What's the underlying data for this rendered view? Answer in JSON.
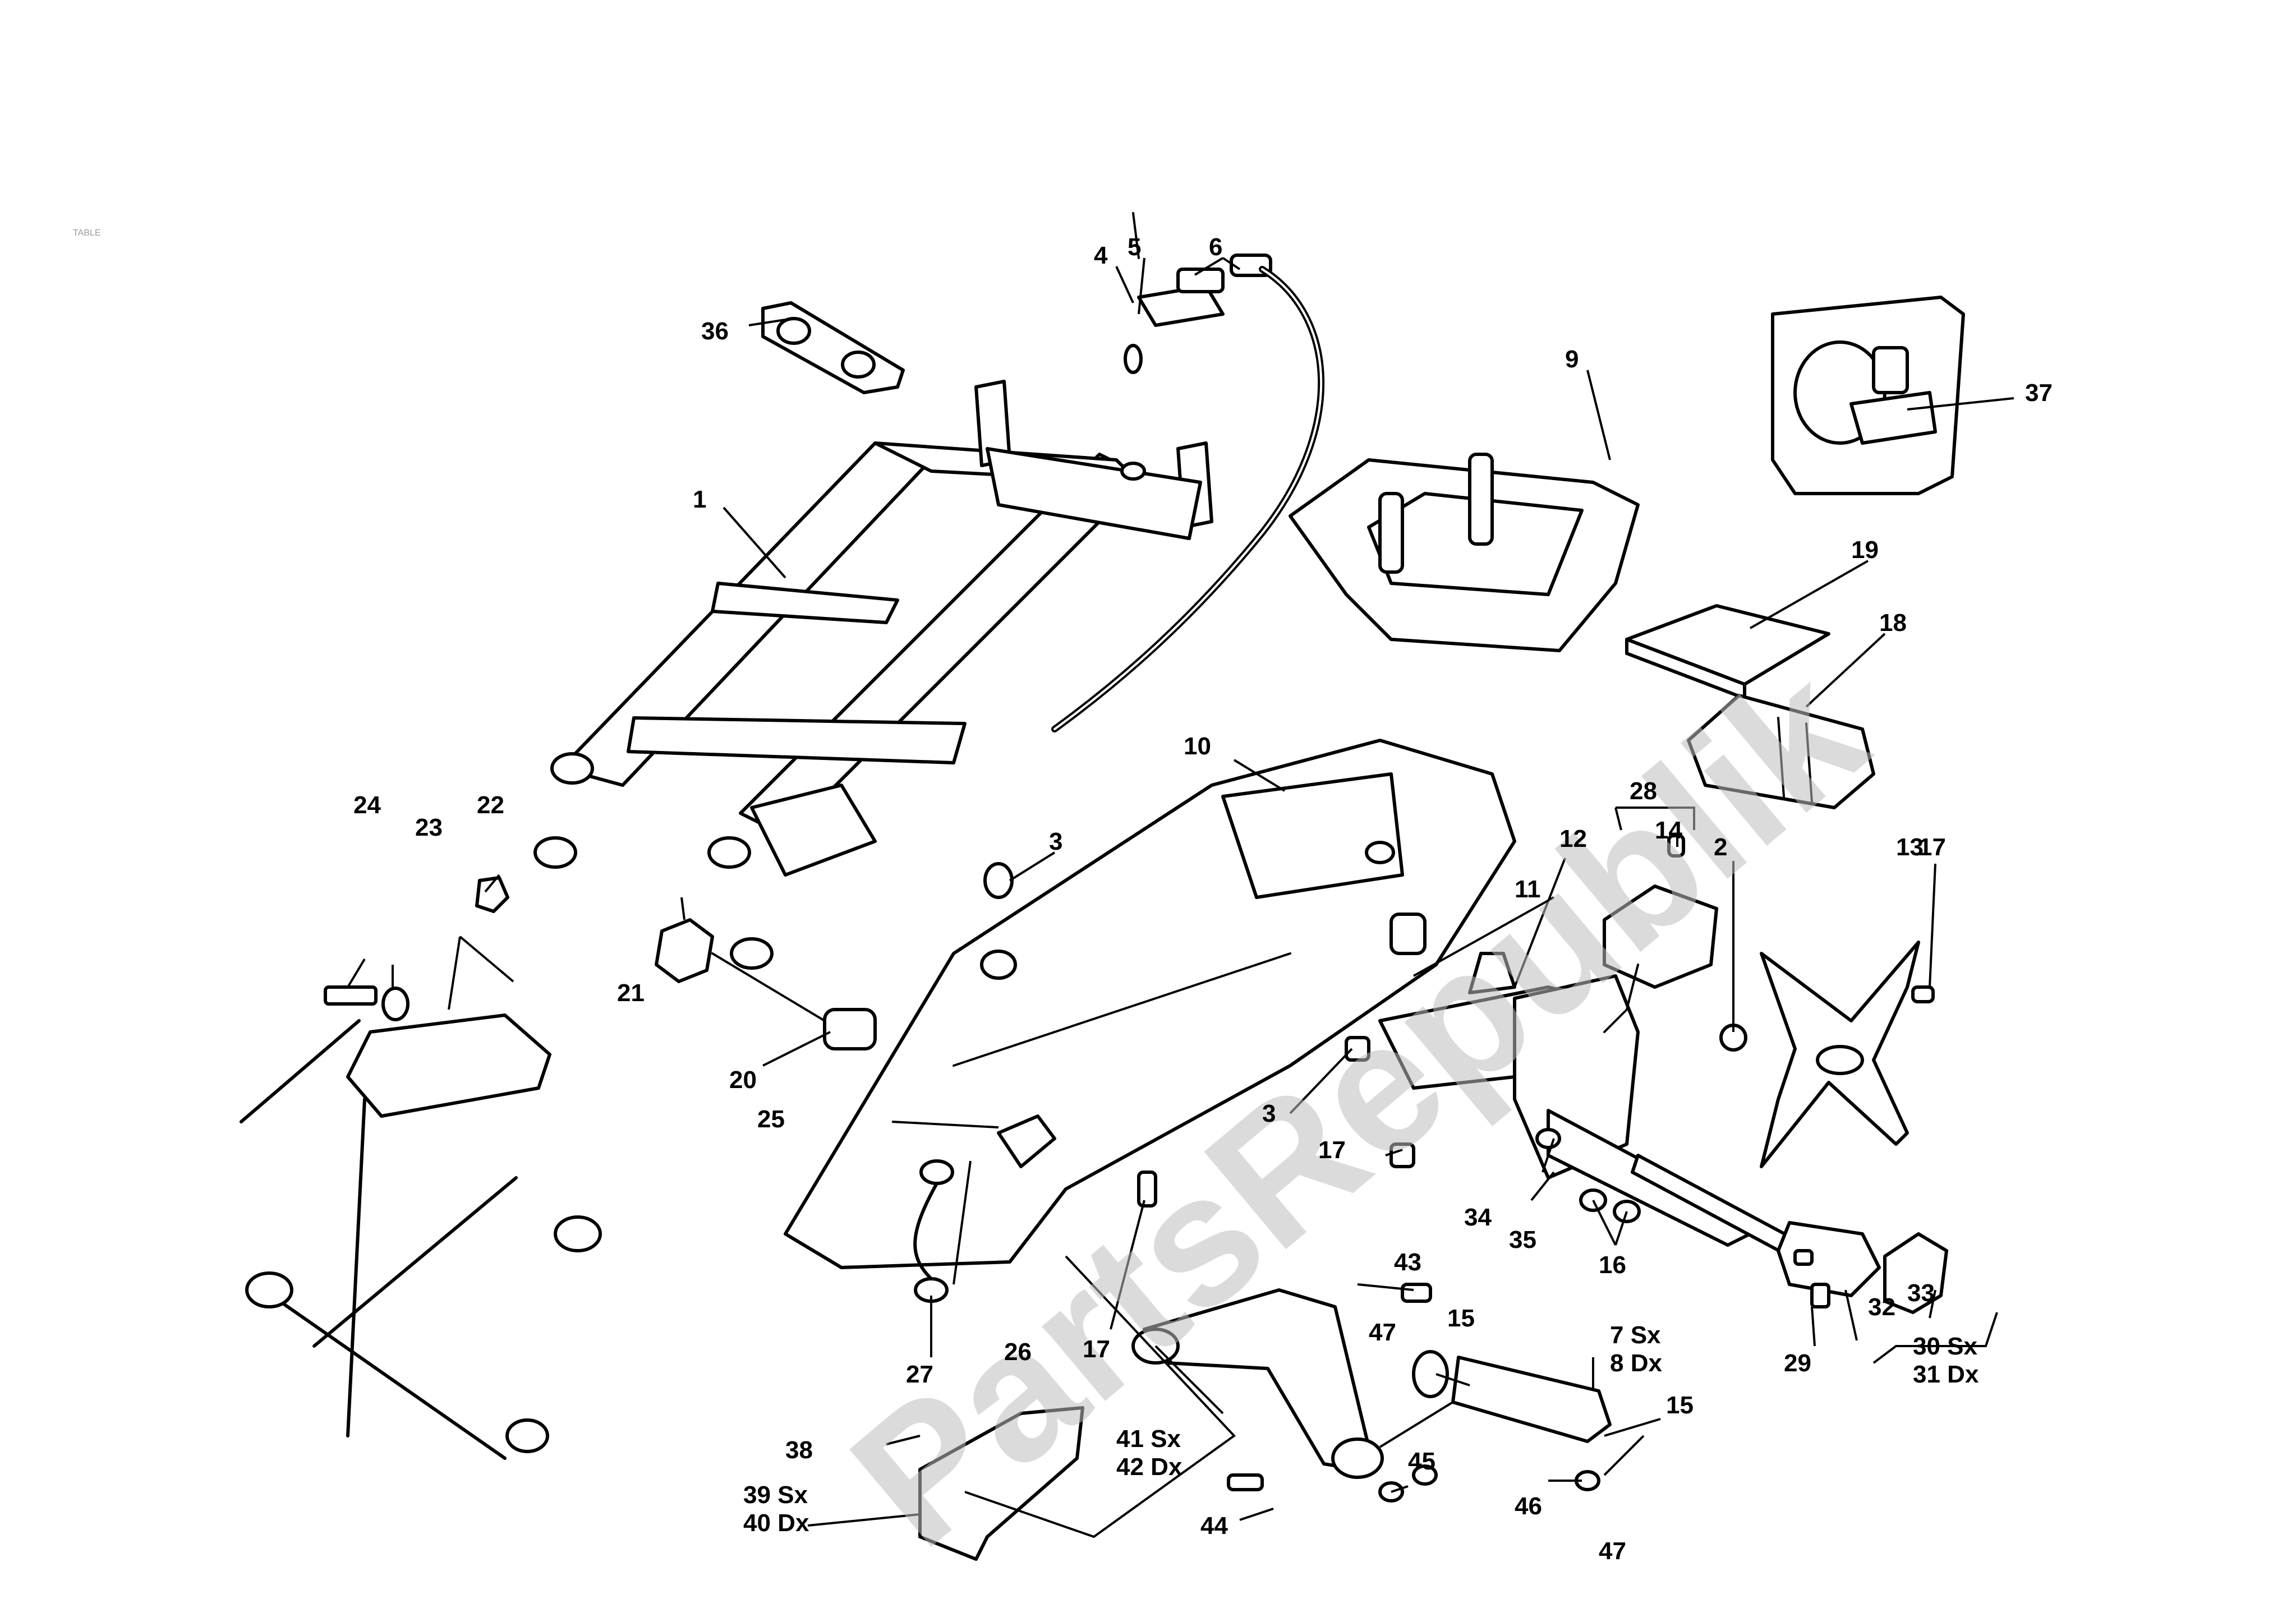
{
  "page": {
    "corner_stamp": "TABLE"
  },
  "watermark": {
    "text": "PartsRepublik"
  },
  "callouts": [
    {
      "id": "c1",
      "text": "1"
    },
    {
      "id": "c2",
      "text": "2"
    },
    {
      "id": "c3a",
      "text": "3"
    },
    {
      "id": "c3b",
      "text": "3"
    },
    {
      "id": "c4",
      "text": "4"
    },
    {
      "id": "c5",
      "text": "5"
    },
    {
      "id": "c6",
      "text": "6"
    },
    {
      "id": "c9",
      "text": "9"
    },
    {
      "id": "c10",
      "text": "10"
    },
    {
      "id": "c11",
      "text": "11"
    },
    {
      "id": "c12",
      "text": "12"
    },
    {
      "id": "c13",
      "text": "13"
    },
    {
      "id": "c14",
      "text": "14"
    },
    {
      "id": "c15a",
      "text": "15"
    },
    {
      "id": "c15b",
      "text": "15"
    },
    {
      "id": "c16",
      "text": "16"
    },
    {
      "id": "c17a",
      "text": "17"
    },
    {
      "id": "c17b",
      "text": "17"
    },
    {
      "id": "c17c",
      "text": "17"
    },
    {
      "id": "c18",
      "text": "18"
    },
    {
      "id": "c19",
      "text": "19"
    },
    {
      "id": "c20",
      "text": "20"
    },
    {
      "id": "c21",
      "text": "21"
    },
    {
      "id": "c22",
      "text": "22"
    },
    {
      "id": "c23",
      "text": "23"
    },
    {
      "id": "c24",
      "text": "24"
    },
    {
      "id": "c25",
      "text": "25"
    },
    {
      "id": "c26",
      "text": "26"
    },
    {
      "id": "c27",
      "text": "27"
    },
    {
      "id": "c28",
      "text": "28"
    },
    {
      "id": "c29",
      "text": "29"
    },
    {
      "id": "c32",
      "text": "32"
    },
    {
      "id": "c33",
      "text": "33"
    },
    {
      "id": "c34",
      "text": "34"
    },
    {
      "id": "c35",
      "text": "35"
    },
    {
      "id": "c36",
      "text": "36"
    },
    {
      "id": "c37",
      "text": "37"
    },
    {
      "id": "c38",
      "text": "38"
    },
    {
      "id": "c43",
      "text": "43"
    },
    {
      "id": "c44",
      "text": "44"
    },
    {
      "id": "c45",
      "text": "45"
    },
    {
      "id": "c46",
      "text": "46"
    },
    {
      "id": "c47a",
      "text": "47"
    },
    {
      "id": "c47b",
      "text": "47"
    },
    {
      "id": "c7",
      "text": "7 Sx"
    },
    {
      "id": "c8",
      "text": "8 Dx"
    },
    {
      "id": "c30",
      "text": "30 Sx"
    },
    {
      "id": "c31",
      "text": "31 Dx"
    },
    {
      "id": "c39",
      "text": "39 Sx"
    },
    {
      "id": "c40",
      "text": "40 Dx"
    },
    {
      "id": "c41",
      "text": "41 Sx"
    },
    {
      "id": "c42",
      "text": "42 Dx"
    }
  ]
}
